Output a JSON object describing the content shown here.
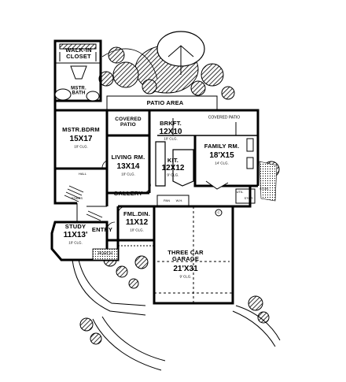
{
  "rooms": {
    "walkin_closet": {
      "name": "WALK-IN\nCLOSET"
    },
    "mstr_bath": {
      "name": "MSTR.\nBATH"
    },
    "patio_area": {
      "name": "PATIO AREA"
    },
    "covered_patio_left": {
      "name": "COVERED\nPATIO"
    },
    "covered_patio_right": {
      "name": "COVERED PATIO"
    },
    "mstr_bdrm": {
      "name": "MSTR.BDRM",
      "dim": "15X17",
      "ceiling": "10' CLG."
    },
    "brkft": {
      "name": "BRKFT.",
      "dim": "12X10",
      "ceiling": "10' CLG."
    },
    "living": {
      "name": "LIVING RM.",
      "dim": "13X14",
      "ceiling": "10' CLG."
    },
    "kitchen": {
      "name": "KIT.",
      "dim": "12X12",
      "ceiling": "9' CLG."
    },
    "family": {
      "name": "FAMILY RM.",
      "dim": "18'X15",
      "ceiling": "14' CLG."
    },
    "gallery": {
      "name": "GALLERY"
    },
    "fml_din": {
      "name": "FML.DIN.",
      "dim": "11X12",
      "ceiling": "10' CLG."
    },
    "study": {
      "name": "STUDY",
      "dim": "11X13'",
      "ceiling": "10' CLG."
    },
    "entry": {
      "name": "ENTRY"
    },
    "porch": {
      "name": "PORCH"
    },
    "garage": {
      "name": "THREE CAR\nGARAGE",
      "dim": "21'X31",
      "ceiling": "9' CLG."
    }
  },
  "small_labels": {
    "hall": "HALL",
    "stairs": "STAIRS",
    "util": "UTIL",
    "storage": "STOR.",
    "pantry": "PAN",
    "wh": "W.H.",
    "stor2": "STOR"
  },
  "symbol": "C"
}
